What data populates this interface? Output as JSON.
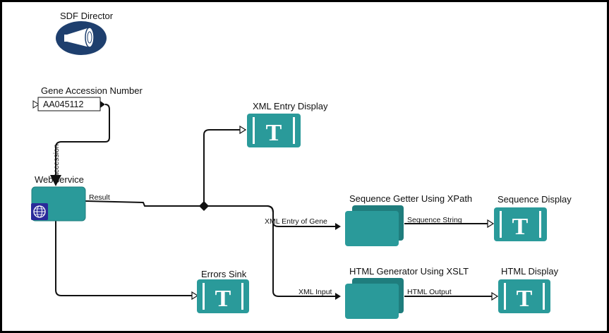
{
  "director": {
    "label": "SDF Director"
  },
  "param": {
    "label": "Gene Accession Number",
    "value": "AA045112"
  },
  "actors": {
    "webservice": {
      "label": "WebService",
      "port_in": "accession",
      "port_out": "Result"
    },
    "xml_entry_display": {
      "label": "XML Entry Display"
    },
    "seq_getter": {
      "label": "Sequence Getter Using XPath",
      "port_in": "XML Entry of Gene",
      "port_out": "Sequence String"
    },
    "seq_display": {
      "label": "Sequence Display"
    },
    "html_gen": {
      "label": "HTML Generator Using XSLT",
      "port_in": "XML Input",
      "port_out": "HTML Output"
    },
    "html_display": {
      "label": "HTML Display"
    },
    "errors_sink": {
      "label": "Errors Sink"
    }
  },
  "display_glyph": "T",
  "colors": {
    "actor": "#2a9a9a",
    "actor_dark": "#1f7d7d",
    "director": "#1e3f6e",
    "globe_bg": "#2a2a9a"
  }
}
